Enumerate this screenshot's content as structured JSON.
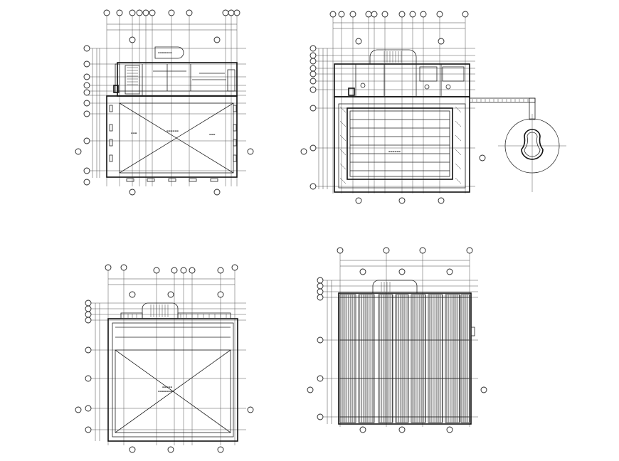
{
  "drawing": {
    "background": "#ffffff",
    "line_color": "#222222",
    "sheets": [
      {
        "id": "plan-1",
        "title": "",
        "caption_text": ""
      },
      {
        "id": "plan-2",
        "title": "",
        "caption_text": ""
      },
      {
        "id": "plan-3",
        "title": "",
        "caption_text": ""
      },
      {
        "id": "plan-4",
        "title": "",
        "caption_text": ""
      }
    ]
  }
}
